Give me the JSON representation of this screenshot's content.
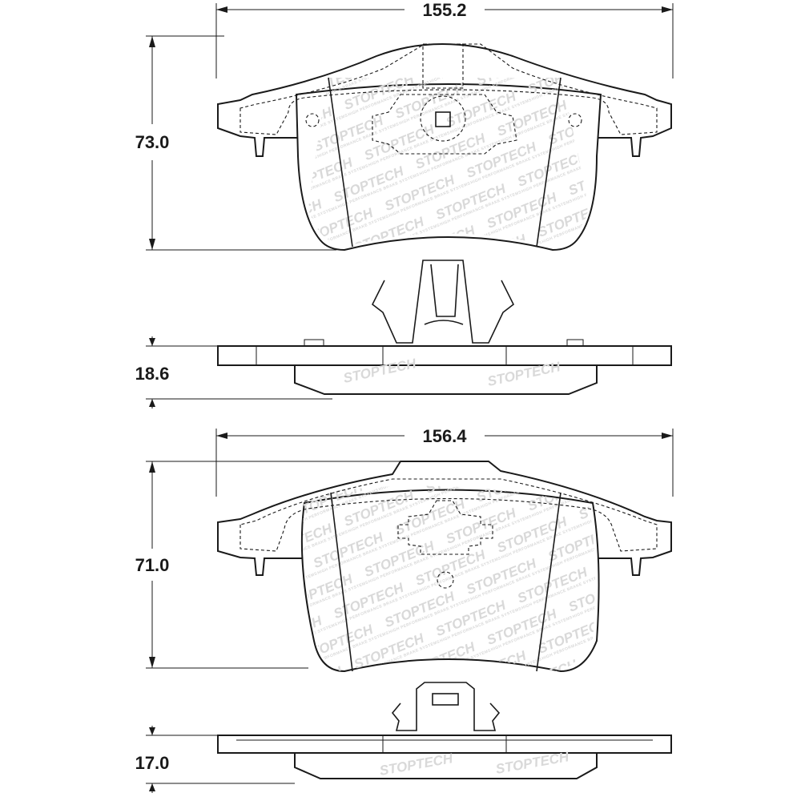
{
  "dimensions": {
    "top_pad_width": "155.2",
    "top_pad_height": "73.0",
    "top_pad_thickness": "18.6",
    "bottom_pad_width": "156.4",
    "bottom_pad_height": "71.0",
    "bottom_pad_thickness": "17.0"
  },
  "watermark": {
    "brand": "STOPTECH",
    "tagline": "HIGH PERFORMANCE BRAKE SYSTEMS"
  },
  "colors": {
    "line": "#1a1a1a",
    "watermark": "#d9d9d9",
    "background": "#ffffff"
  }
}
